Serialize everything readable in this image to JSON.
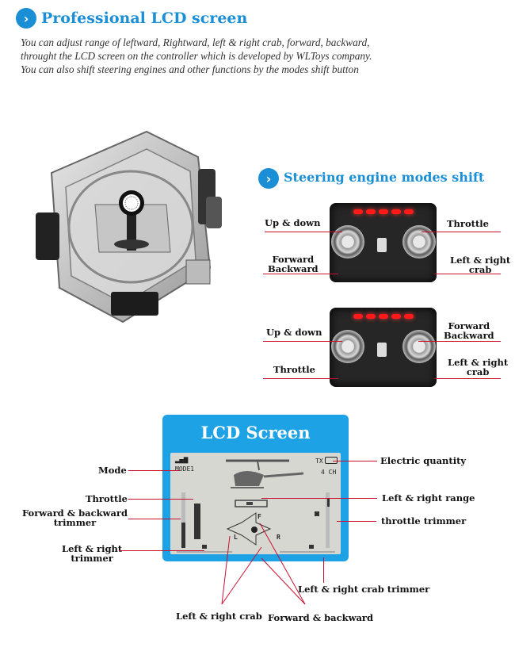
{
  "header": {
    "title": "Professional LCD screen",
    "intro": [
      "You can adjust range of leftward, Rightward, left & right crab, forward, backward,",
      "throught the LCD screen on the controller which is developed by WLToys company.",
      "You can also shift steering engines and other functions by the modes shift button"
    ]
  },
  "steering": {
    "title": "Steering engine modes shift",
    "mode1": {
      "up_down": "Up & down",
      "throttle": "Throttle",
      "forward_backward": [
        "Forward",
        "Backward"
      ],
      "left_right_crab": [
        "Left & right",
        "crab"
      ]
    },
    "mode2": {
      "up_down": "Up & down",
      "forward_backward": [
        "Forward",
        "Backward"
      ],
      "throttle": "Throttle",
      "left_right_crab": [
        "Left & right",
        "crab"
      ]
    }
  },
  "lcd": {
    "title": "LCD Screen",
    "screen_mode": "MODE1",
    "screen_channels": "4 CH",
    "screen_tx": "TX",
    "screen_f": "F",
    "screen_l": "L",
    "screen_r": "R",
    "callouts": {
      "mode": "Mode",
      "throttle": "Throttle",
      "fb_trimmer": [
        "Forward & backward",
        "trimmer"
      ],
      "lr_trimmer": [
        "Left & right",
        "trimmer"
      ],
      "electric": "Electric quantity",
      "lr_range": "Left & right range",
      "throttle_trimmer": "throttle trimmer",
      "lr_crab_trimmer": "Left & right crab trimmer",
      "lr_crab": "Left & right crab",
      "forward_backward": "Forward & backward"
    }
  },
  "colors": {
    "accent": "#1a8fd6",
    "callout_line": "#c8102e",
    "lcd_frame": "#1ea2e6",
    "led": "#ff1a1a"
  }
}
